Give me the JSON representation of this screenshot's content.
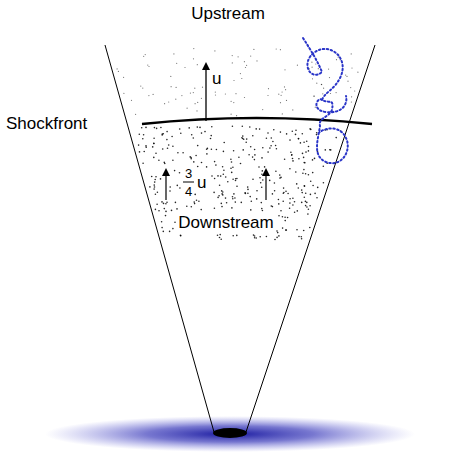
{
  "diagram": {
    "labels": [
      "Upstream",
      "u",
      "Shockfront",
      "3",
      "4",
      "u",
      "Downstream"
    ]
  }
}
